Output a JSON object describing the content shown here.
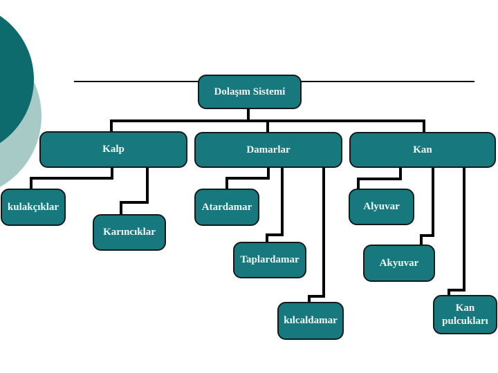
{
  "diagram": {
    "title": "Dolaşım Sistemi",
    "nodes": {
      "dolasim": {
        "label": "Dolaşım Sistemi"
      },
      "kalp": {
        "label": "Kalp"
      },
      "damarlar": {
        "label": "Damarlar"
      },
      "kan": {
        "label": "Kan"
      },
      "kulakciklar": {
        "label": "kulakçıklar"
      },
      "karinciklar": {
        "label": "Karıncıklar"
      },
      "atardamar": {
        "label": "Atardamar"
      },
      "taplardamar": {
        "label": "Taplardamar"
      },
      "kilcaldamar": {
        "label": "kılcaldamar"
      },
      "alyuvar": {
        "label": "Alyuvar"
      },
      "akyuvar": {
        "label": "Akyuvar"
      },
      "kan_pulcuklari": {
        "label": "Kan pulcukları"
      }
    },
    "tree": {
      "root": "Dolaşım Sistemi",
      "children": [
        {
          "label": "Kalp",
          "children": [
            "kulakçıklar",
            "Karıncıklar"
          ]
        },
        {
          "label": "Damarlar",
          "children": [
            "Atardamar",
            "Taplardamar",
            "kılcaldamar"
          ]
        },
        {
          "label": "Kan",
          "children": [
            "Alyuvar",
            "Akyuvar",
            "Kan pulcukları"
          ]
        }
      ]
    },
    "colors": {
      "box_fill": "#17797d",
      "box_border": "#121a19",
      "box_text": "#f2f8f4",
      "connector": "#000000",
      "dark_circle": "#0d6b6e",
      "light_circle": "#a7cac7",
      "background": "#ffffff"
    }
  }
}
